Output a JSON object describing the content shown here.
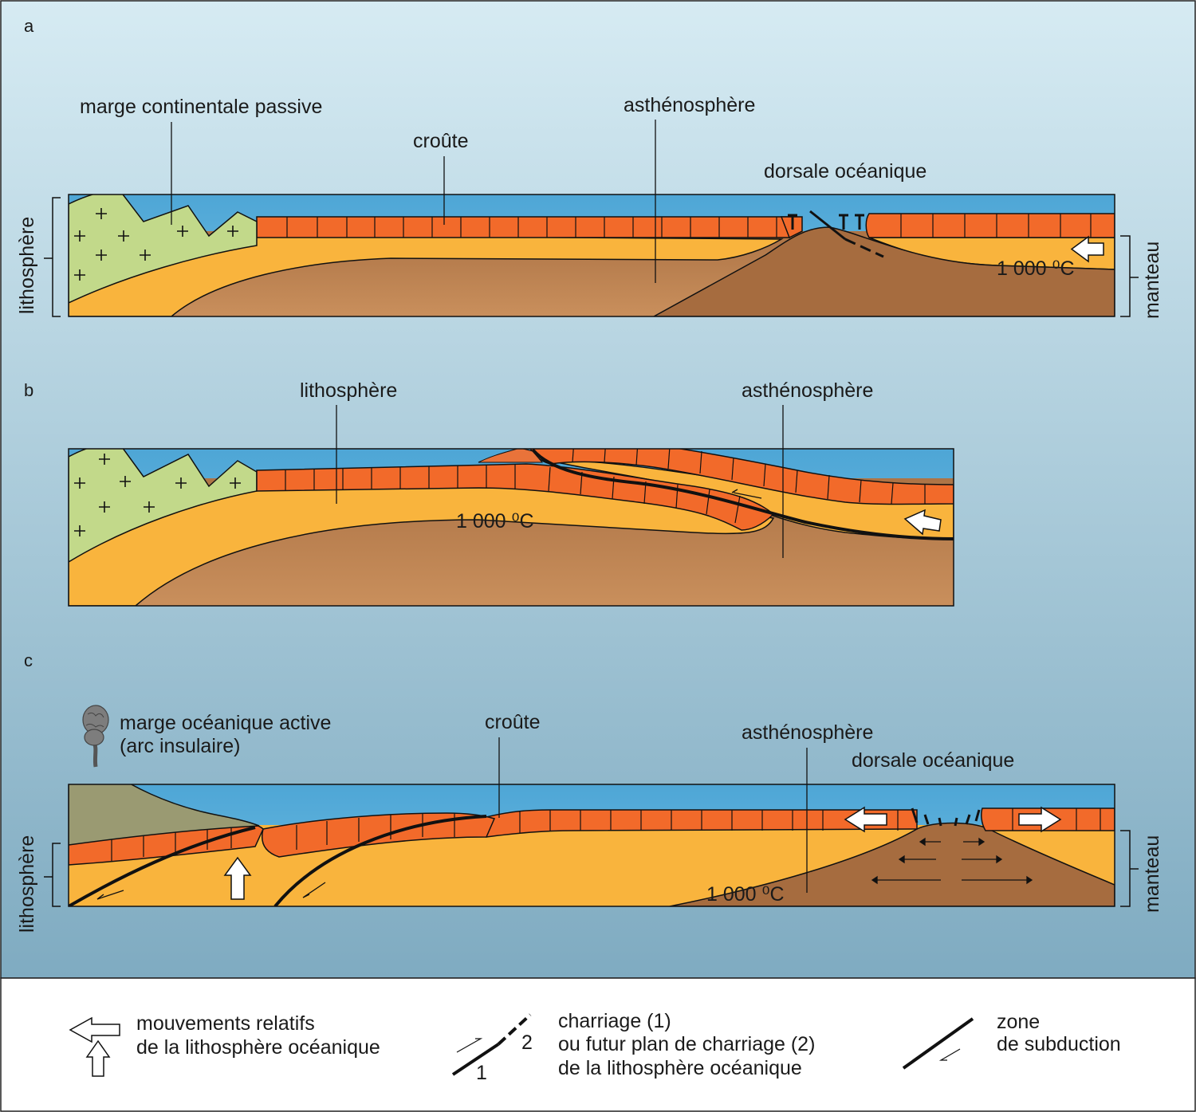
{
  "panels": {
    "a": {
      "letter": "a",
      "labels": {
        "marge": "marge continentale passive",
        "croute": "croûte",
        "astheno": "asthénosphère",
        "dorsale": "dorsale océanique",
        "temp": "1 000 ⁰C",
        "lithosphere": "lithosphère",
        "manteau": "manteau"
      }
    },
    "b": {
      "letter": "b",
      "labels": {
        "lithosphere": "lithosphère",
        "astheno": "asthénosphère",
        "temp": "1 000 ⁰C"
      }
    },
    "c": {
      "letter": "c",
      "labels": {
        "marge1": "marge océanique active",
        "marge2": "(arc insulaire)",
        "croute": "croûte",
        "astheno": "asthénosphère",
        "dorsale": "dorsale océanique",
        "temp": "1 000 ⁰C",
        "lithosphere": "lithosphère",
        "manteau": "manteau"
      }
    }
  },
  "legend": {
    "mouvements": [
      "mouvements relatifs",
      "de la lithosphère océanique"
    ],
    "charriage": [
      "charriage (1)",
      "ou futur plan de charriage (2)",
      "de la lithosphère océanique"
    ],
    "charriage_num1": "1",
    "charriage_num2": "2",
    "subduction": [
      "zone",
      "de subduction"
    ]
  },
  "colors": {
    "sea": "#5fb3dc",
    "crust": "#f26a2a",
    "lithosphere": "#f9b43d",
    "asthenosphere": "#b47a4a",
    "continent": "#c2d98a",
    "volcano": "#9a9a72"
  }
}
